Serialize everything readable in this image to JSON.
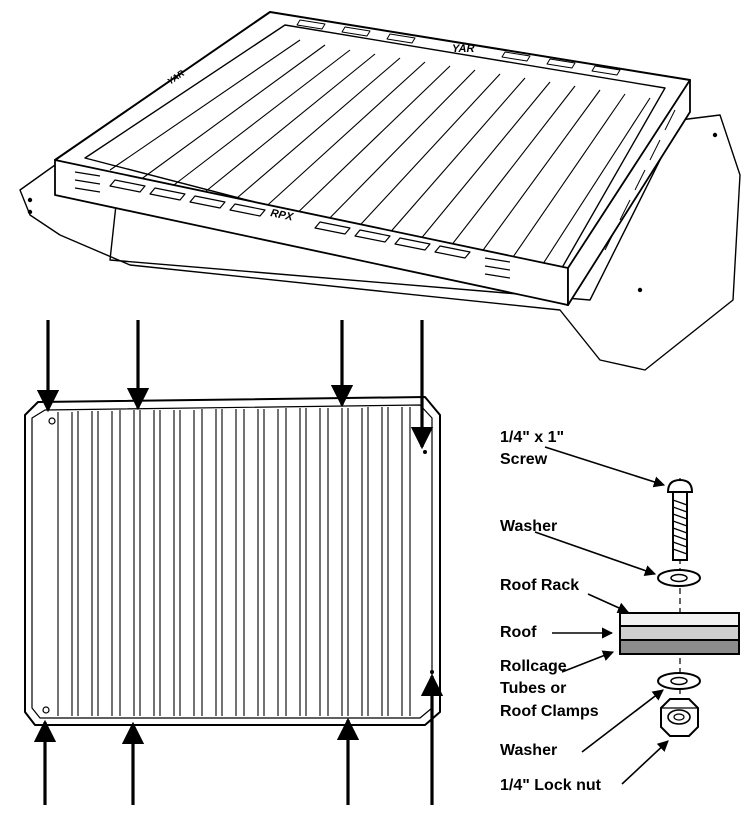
{
  "diagram": {
    "rack_logos": [
      "YAR",
      "YAR",
      "RPX"
    ],
    "labels": {
      "screw_line1": "1/4\" x 1\"",
      "screw_line2": "Screw",
      "washer_top": "Washer",
      "roof_rack": "Roof Rack",
      "roof": "Roof",
      "rollcage_line1": "Rollcage",
      "rollcage_line2": "Tubes or",
      "rollcage_line3": "Roof Clamps",
      "washer_bottom": "Washer",
      "lock_nut": "1/4\" Lock nut"
    },
    "colors": {
      "stroke": "#000000",
      "rack_band": "#f2f2f2",
      "roof_band": "#cfcfcf",
      "rollcage_band": "#8c8c8c",
      "background": "#ffffff"
    }
  }
}
